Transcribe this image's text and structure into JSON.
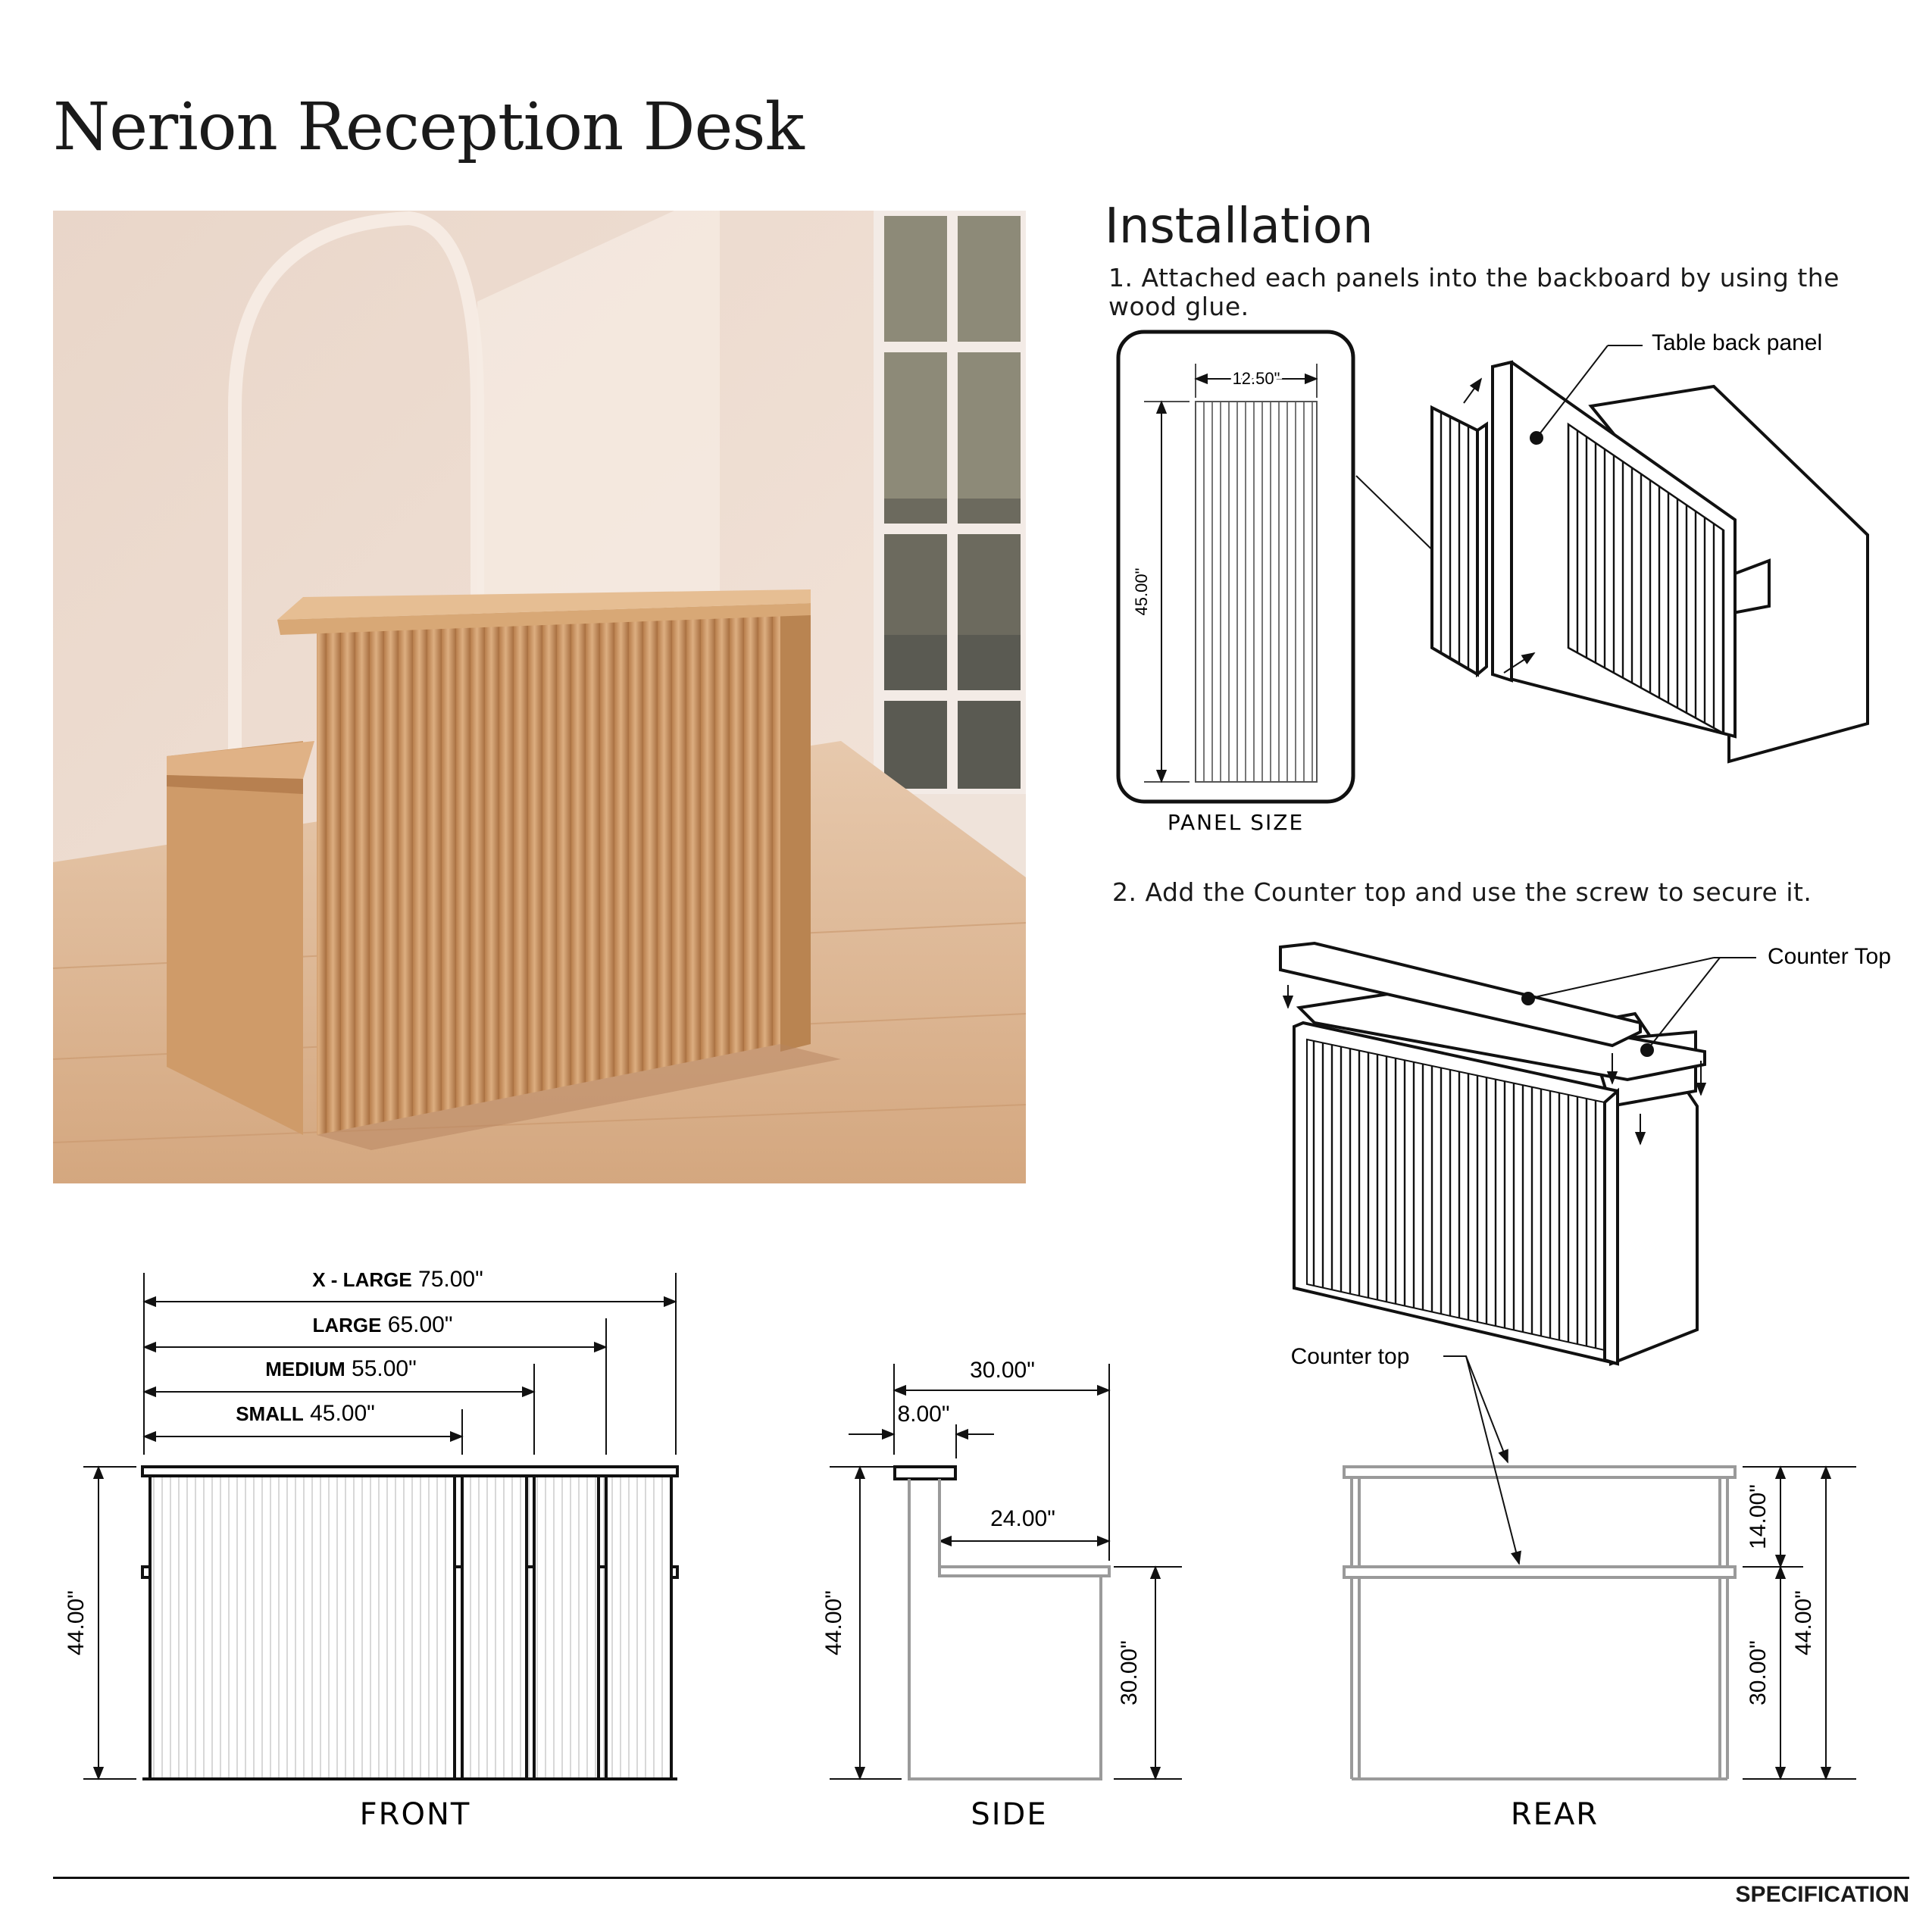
{
  "title": "Nerion Reception Desk",
  "colors": {
    "ink": "#1a1a1a",
    "drawing_grey": "#9a9a9a",
    "wood": "#c89461",
    "wall": "#ecd9cc",
    "floor": "#d9b28c"
  },
  "installation": {
    "heading": "Installation",
    "step1": "1. Attached each panels into the backboard by using the wood glue.",
    "step2": "2. Add the Counter top and use the screw to secure it.",
    "panel_width": "12.50\"",
    "panel_height": "45.00\"",
    "panel_size_label": "PANEL SIZE",
    "table_back_panel_label": "Table back panel",
    "counter_top_label": "Counter Top"
  },
  "front_view": {
    "view_label": "FRONT",
    "height": "44.00\"",
    "sizes": [
      {
        "name": "X - LARGE",
        "value": "75.00\""
      },
      {
        "name": "LARGE",
        "value": "65.00\""
      },
      {
        "name": "MEDIUM",
        "value": "55.00\""
      },
      {
        "name": "SMALL",
        "value": "45.00\""
      }
    ]
  },
  "side_view": {
    "view_label": "SIDE",
    "depth": "30.00\"",
    "top_depth": "8.00\"",
    "counter_depth": "24.00\"",
    "height": "44.00\"",
    "counter_height": "30.00\""
  },
  "rear_view": {
    "view_label": "REAR",
    "counter_top_label": "Counter top",
    "upper_height": "14.00\"",
    "lower_height": "30.00\"",
    "total_height": "44.00\""
  },
  "footer": {
    "label": "SPECIFICATION"
  }
}
